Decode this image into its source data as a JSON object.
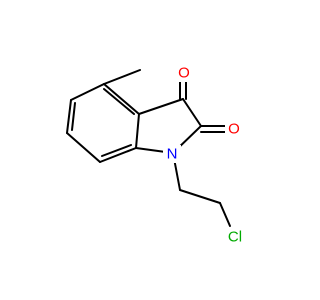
{
  "molecule": {
    "atoms": [
      {
        "id": "O1",
        "label": "O",
        "color": "#ff0000"
      },
      {
        "id": "O2",
        "label": "O",
        "color": "#ff0000"
      },
      {
        "id": "N1",
        "label": "N",
        "color": "#0000ff"
      },
      {
        "id": "Cl1",
        "label": "Cl",
        "color": "#00aa00"
      }
    ],
    "bond_color": "#000000"
  }
}
